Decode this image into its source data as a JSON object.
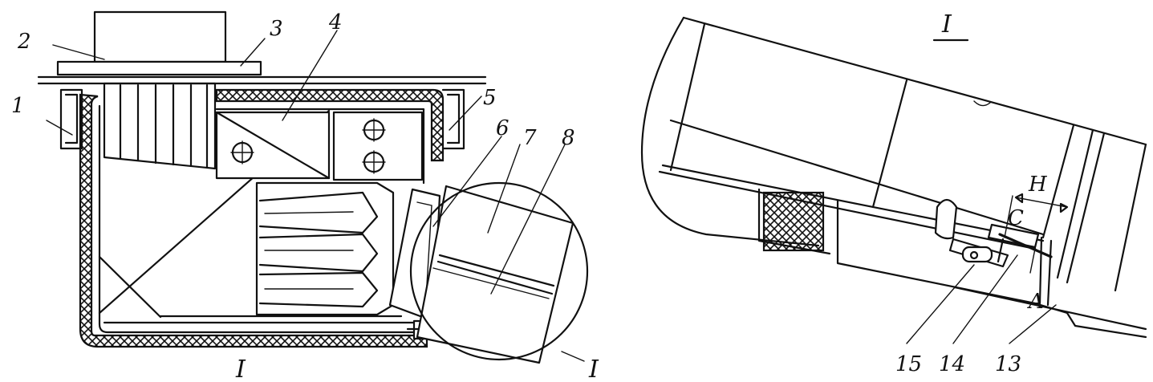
{
  "figure": {
    "left_view": {
      "callouts": [
        "1",
        "2",
        "3",
        "4",
        "5",
        "6",
        "7",
        "8"
      ],
      "section_marker_bottom": "I",
      "section_marker_circle": "I"
    },
    "right_view": {
      "title": "I",
      "callouts": [
        "15",
        "14",
        "13"
      ],
      "dimensions": [
        "H",
        "C",
        "A"
      ]
    }
  }
}
